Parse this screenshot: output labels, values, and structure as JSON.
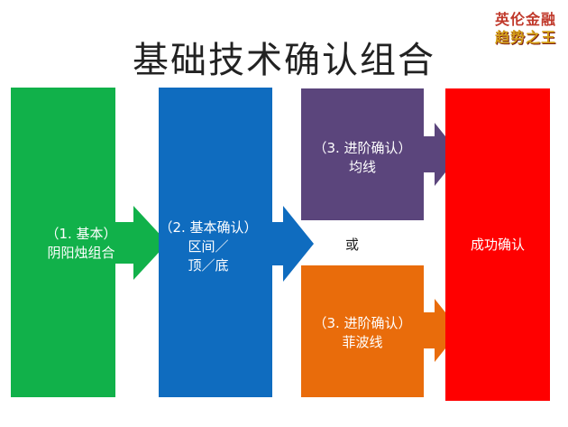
{
  "title": "基础技术确认组合",
  "logo": {
    "line1": "英伦金融",
    "line2": "趋势之王"
  },
  "steps": [
    {
      "line1": "（1. 基本）",
      "line2": "阴阳烛组合",
      "color": "#11b14a"
    },
    {
      "line1": "（2. 基本确认）",
      "line2": "区间／",
      "line3": "顶／底",
      "color": "#0f6cbf"
    },
    {
      "line1": "（3. 进阶确认）",
      "line2": "均线",
      "color": "#5b457c"
    },
    {
      "line1": "（3. 进阶确认）",
      "line2": "菲波线",
      "color": "#e96c0b"
    },
    {
      "line1": "成功确认",
      "color": "#ff0000"
    }
  ],
  "or_label": "或"
}
